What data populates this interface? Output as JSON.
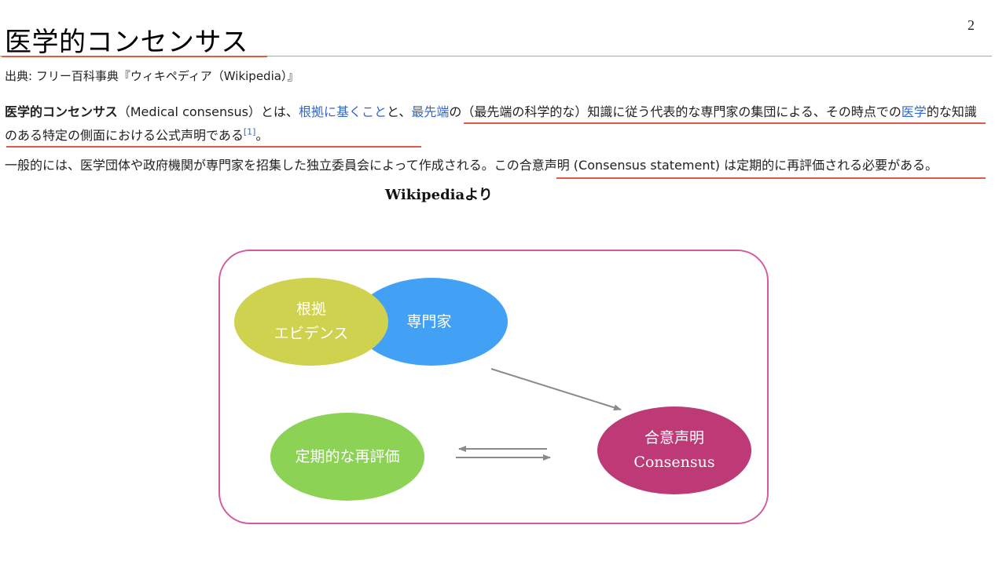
{
  "page_number": "2",
  "article": {
    "title": "医学的コンセンサス",
    "source": "出典: フリー百科事典『ウィキペディア（Wikipedia）』"
  },
  "paragraph1": {
    "term_bold": "医学的コンセンサス",
    "t1": "（Medical consensus）とは、",
    "link1": "根拠に基くこと",
    "t2": "と、",
    "link2": "最先端",
    "t3": "の（最先端の科学的な）知識に従う代表的な専門家の集団による、その時点での",
    "link3": "医学",
    "t4": "的な知識のある特定の側面における公式声明である",
    "cite": "[1]",
    "t5": "。"
  },
  "paragraph2": {
    "text": "一般的には、医学団体や政府機関が専門家を招集した独立委員会によって作成される。この合意声明 (Consensus statement) は定期的に再評価される必要がある。"
  },
  "caption": "Wikipediaより",
  "diagram": {
    "nodes": {
      "evidence": [
        "根拠",
        "エビデンス"
      ],
      "experts": [
        "専門家"
      ],
      "review": [
        "定期的な再評価"
      ],
      "consensus": [
        "合意声明",
        "Consensus"
      ]
    },
    "colors": {
      "evidence": "#cfd24e",
      "experts": "#42a1f5",
      "review": "#8bd255",
      "consensus": "#be3a77",
      "frame": "#d45a9e",
      "arrow": "#8a8a8a"
    }
  },
  "accent_color": "#e05a44",
  "link_color": "#3366cc"
}
